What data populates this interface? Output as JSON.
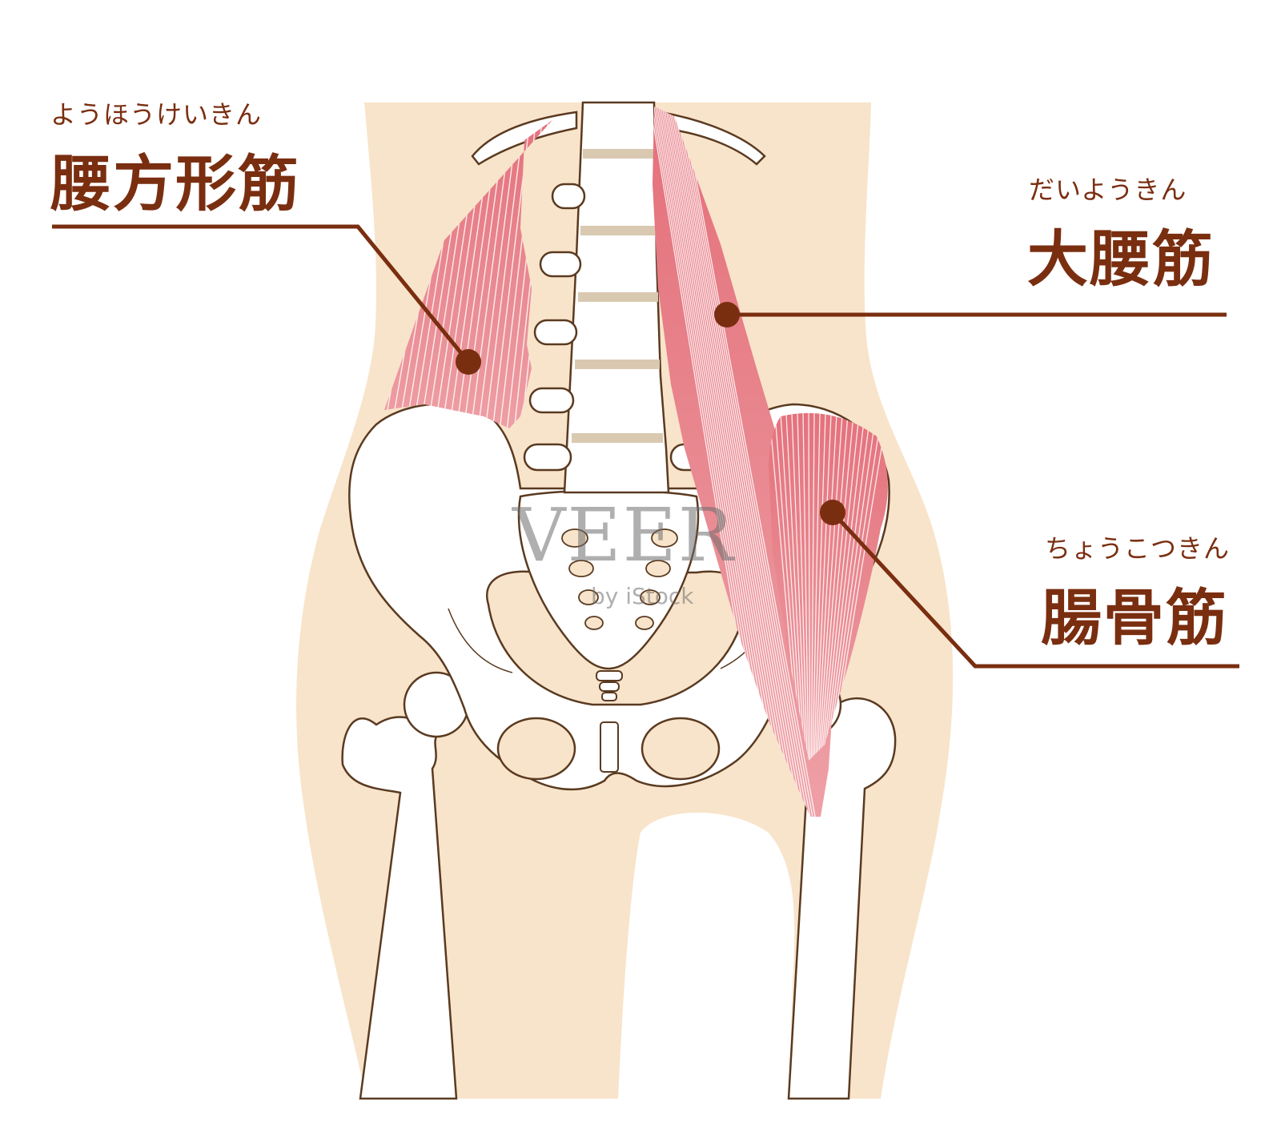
{
  "labels": {
    "quadratus_lumborum": {
      "reading": "ようほうけいきん",
      "name": "腰方形筋"
    },
    "psoas_major": {
      "reading": "だいようきん",
      "name": "大腰筋"
    },
    "iliacus": {
      "reading": "ちょうこつきん",
      "name": "腸骨筋"
    }
  },
  "watermark": {
    "main": "VEER",
    "sub": "by iStock"
  },
  "colors": {
    "skin": "#f8e4cb",
    "bone": "#ffffff",
    "outline": "#5a3a20",
    "muscle": "#e0626e",
    "muscle_light": "#ef9a9f",
    "label_line": "#7a2e10",
    "disc": "#d9c9b1"
  }
}
